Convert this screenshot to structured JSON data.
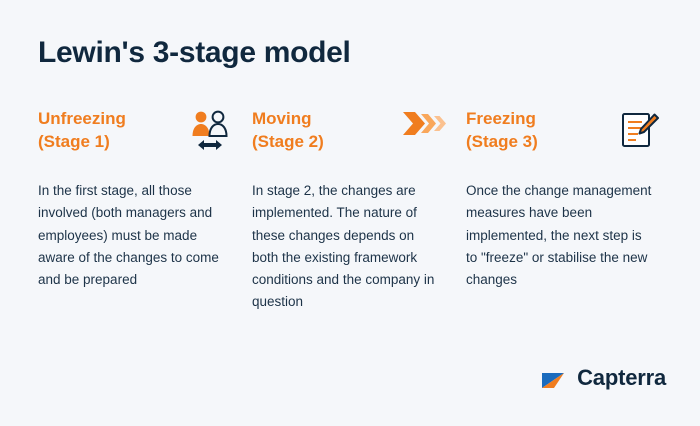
{
  "page": {
    "title": "Lewin's 3-stage model",
    "background_color": "#f5f7fa",
    "accent_color": "#f07d1f",
    "text_color": "#10283e"
  },
  "stages": [
    {
      "title_line1": "Unfreezing",
      "title_line2": "(Stage 1)",
      "icon": "two-people-arrow-icon",
      "body": "In the first stage, all those involved (both managers and employees) must be made aware of the changes to come and be prepared"
    },
    {
      "title_line1": "Moving",
      "title_line2": "(Stage 2)",
      "icon": "chevrons-right-icon",
      "body": "In stage 2, the changes are implemented. The nature of these changes depends on both the existing framework conditions and the company in question"
    },
    {
      "title_line1": "Freezing",
      "title_line2": "(Stage 3)",
      "icon": "document-pencil-icon",
      "body": "Once the change management measures have been implemented, the next step is to \"freeze\" or stabilise the new changes"
    }
  ],
  "brand": {
    "name": "Capterra",
    "logo_icon": "capterra-arrow-logo"
  }
}
